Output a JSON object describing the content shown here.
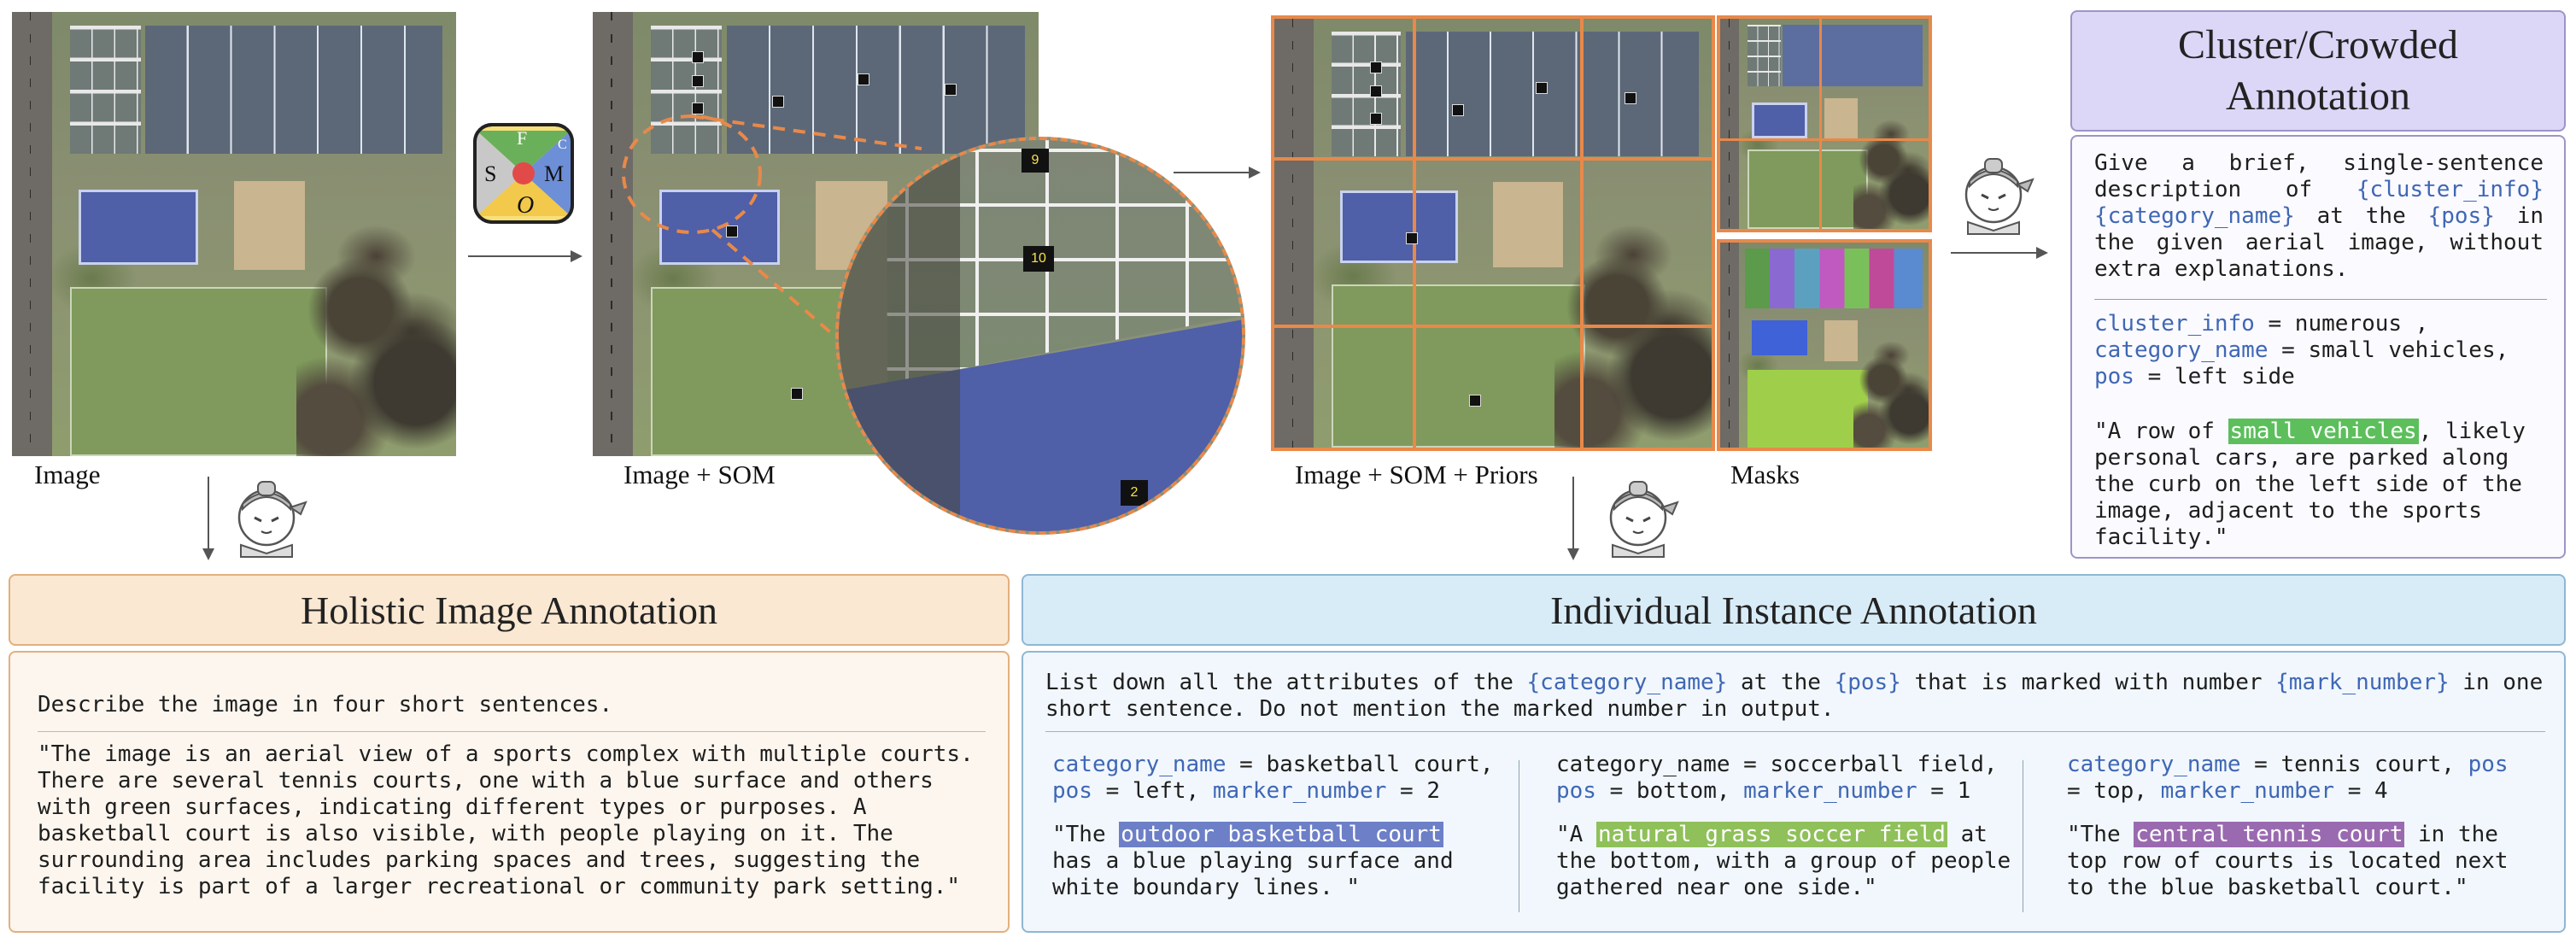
{
  "captions": {
    "image": "Image",
    "image_som": "Image + SOM",
    "image_som_priors": "Image + SOM + Priors",
    "masks": "Masks"
  },
  "zoom_marks": [
    "9",
    "10",
    "2"
  ],
  "logo_letters": [
    "F",
    "S",
    "M",
    "O",
    "C"
  ],
  "cluster": {
    "title_line1": "Cluster/Crowded",
    "title_line2": "Annotation",
    "prompt": {
      "t1": "Give a brief, single-sentence description of ",
      "v1": "{cluster_info}",
      "t2": " ",
      "v2": "{category_name}",
      "t3": " at the ",
      "v3": "{pos}",
      "t4": " in the given aerial image, without extra explanations."
    },
    "vars": {
      "k1": "cluster_info",
      "val1": " = numerous ,",
      "k2": "category_name",
      "val2": " = small vehicles,",
      "k3": "pos",
      "val3": " = left side"
    },
    "answer": {
      "pre": "\"A row of ",
      "highlight": "small vehicles",
      "post": ", likely personal cars, are parked along the curb on the left side of the image, adjacent to the sports facility.\""
    },
    "highlight_color": "#5cbf5c"
  },
  "holistic": {
    "title": "Holistic Image Annotation",
    "prompt": "Describe the image in four short sentences.",
    "answer": "\"The image is an aerial view of a sports complex with multiple courts. There are several tennis courts, one with a blue surface and others with green surfaces, indicating different types or purposes. A basketball court is also visible, with people playing on it. The surrounding area includes parking spaces and trees, suggesting the facility is part of a larger recreational or community park setting.\""
  },
  "individual": {
    "title": "Individual Instance Annotation",
    "prompt": {
      "t1": "List down all the attributes of the ",
      "v1": "{category_name}",
      "t2": " at the ",
      "v2": "{pos}",
      "t3": " that is marked with number ",
      "v3": "{mark_number}",
      "t4": " in one short sentence. Do not mention the marked number in output."
    },
    "columns": [
      {
        "k1": "category_name",
        "v1": " = basketball court,",
        "k2": "pos",
        "v2": " = left, ",
        "k3": "marker_number",
        "v3": " = 2",
        "pre": "\"The ",
        "highlight": "outdoor basketball court",
        "post": " has a blue playing surface and white boundary lines. \"",
        "color": "#6c7fc7"
      },
      {
        "k1": "category_name",
        "v1": " = soccerball field,",
        "k2": "pos",
        "v2": " = bottom, ",
        "k3": "marker_number",
        "v3": " = 1",
        "pre": "\"A ",
        "highlight": "natural grass soccer field",
        "post": " at the bottom, with a group of people gathered near one side.\"",
        "color": "#8fc05a"
      },
      {
        "k1": "category_name",
        "v1": " = tennis court, ",
        "k2": "pos",
        "v2": " = top, ",
        "k3": "marker_number",
        "v3": " = 4",
        "pre": "\"The ",
        "highlight": "central tennis court",
        "post": " in the top row of courts is located next to the blue basketball court.\"",
        "color": "#9a6ab0"
      }
    ]
  },
  "colors": {
    "orange_border": "#e8894a",
    "holistic_header_bg": "#fbe8d2",
    "holistic_panel_bg": "#fdf6ee",
    "individual_header_bg": "#d8ecf8",
    "individual_panel_bg": "#f1f7fc",
    "cluster_header_bg": "#dcd6f7",
    "cluster_border": "#9d94c8",
    "variable_blue": "#3f67b5"
  }
}
